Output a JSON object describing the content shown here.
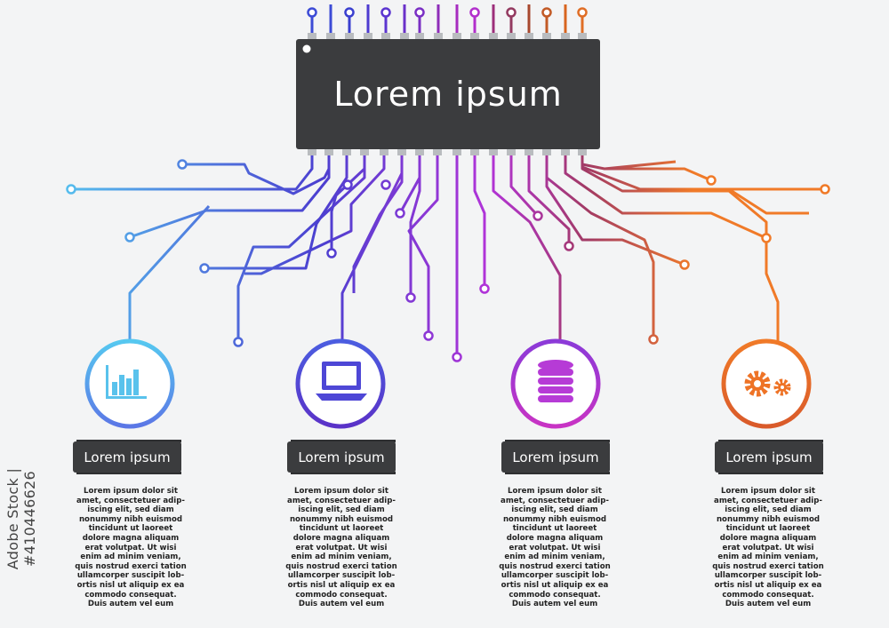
{
  "colors": {
    "chip": "#3b3c3e",
    "pin": "#b9bcbf",
    "blue": "#56c8f0",
    "indigo": "#4b3fd0",
    "purple": "#b233d8",
    "orange": "#f07a28"
  },
  "main_chip": {
    "title": "Lorem ipsum"
  },
  "cards": [
    {
      "icon": "bar-chart-icon",
      "label": "Lorem ipsum",
      "body": "Lorem ipsum dolor sit\namet, consectetuer adip-\niscing elit, sed diam\nnonummy nibh euismod\ntincidunt ut laoreet\ndolore magna aliquam\nerat volutpat. Ut wisi\nenim ad minim veniam,\nquis nostrud exerci tation\nullamcorper suscipit lob-\nortis nisl ut aliquip ex ea\ncommodo consequat.\nDuis autem vel eum"
    },
    {
      "icon": "laptop-icon",
      "label": "Lorem ipsum",
      "body": "Lorem ipsum dolor sit\namet, consectetuer adip-\niscing elit, sed diam\nnonummy nibh euismod\ntincidunt ut laoreet\ndolore magna aliquam\nerat volutpat. Ut wisi\nenim ad minim veniam,\nquis nostrud exerci tation\nullamcorper suscipit lob-\nortis nisl ut aliquip ex ea\ncommodo consequat.\nDuis autem vel eum"
    },
    {
      "icon": "database-icon",
      "label": "Lorem ipsum",
      "body": "Lorem ipsum dolor sit\namet, consectetuer adip-\niscing elit, sed diam\nnonummy nibh euismod\ntincidunt ut laoreet\ndolore magna aliquam\nerat volutpat. Ut wisi\nenim ad minim veniam,\nquis nostrud exerci tation\nullamcorper suscipit lob-\nortis nisl ut aliquip ex ea\ncommodo consequat.\nDuis autem vel eum"
    },
    {
      "icon": "gears-icon",
      "label": "Lorem ipsum",
      "body": "Lorem ipsum dolor sit\namet, consectetuer adip-\niscing elit, sed diam\nnonummy nibh euismod\ntincidunt ut laoreet\ndolore magna aliquam\nerat volutpat. Ut wisi\nenim ad minim veniam,\nquis nostrud exerci tation\nullamcorper suscipit lob-\nortis nisl ut aliquip ex ea\ncommodo consequat.\nDuis autem vel eum"
    }
  ],
  "watermark": {
    "text": "Adobe Stock | #410446626"
  }
}
